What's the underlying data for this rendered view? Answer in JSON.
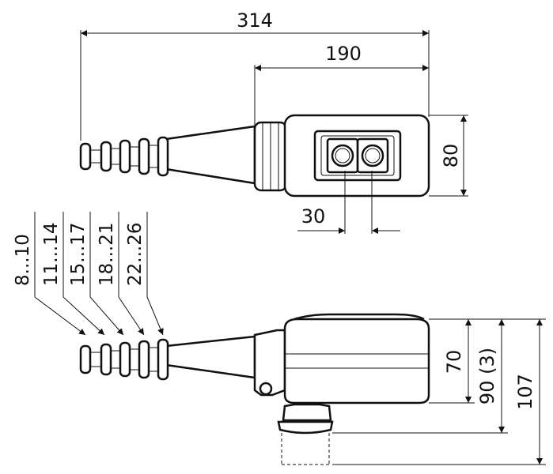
{
  "top_view": {
    "dim_overall": "314",
    "dim_housing": "190",
    "dim_height": "80",
    "dim_button": "30"
  },
  "side_view": {
    "cable_ranges": [
      "8...10",
      "11...14",
      "15...17",
      "18...21",
      "22...26"
    ],
    "dim_body": "70",
    "dim_with_button": "90 (3)",
    "dim_total": "107"
  }
}
